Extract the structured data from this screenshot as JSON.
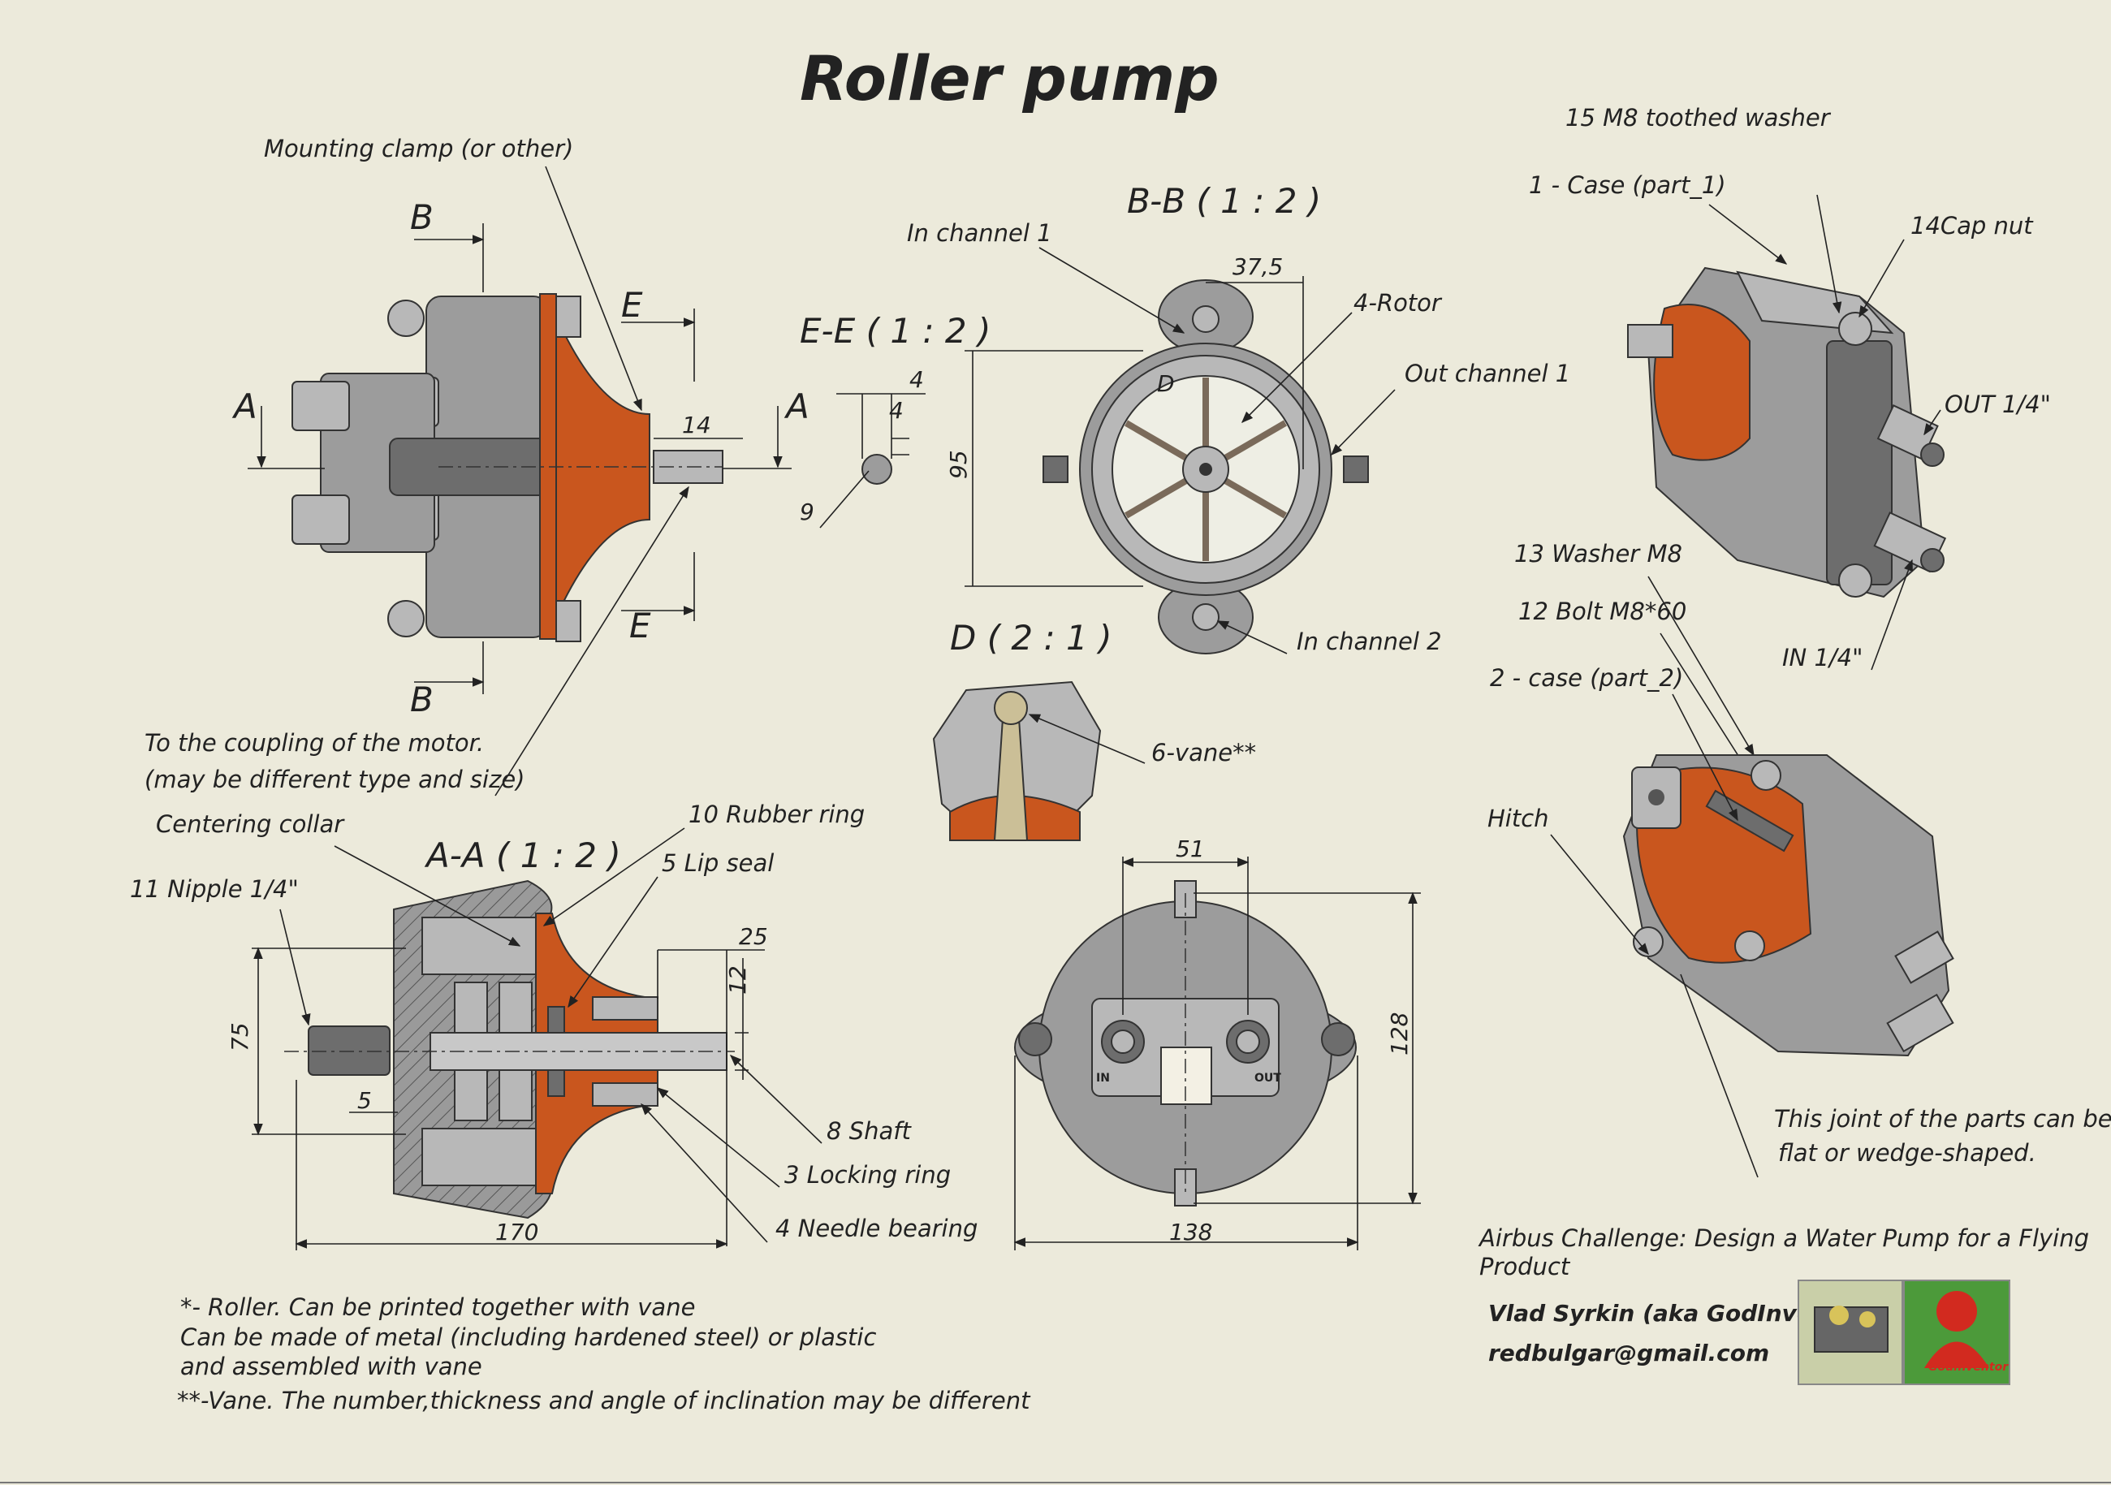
{
  "title": "Roller pump",
  "sections": {
    "bb": "B-B ( 1 : 2 )",
    "ee": "E-E ( 1 : 2 )",
    "aa": "A-A ( 1 : 2 )",
    "d": "D ( 2 : 1 )"
  },
  "section_letters": {
    "b": "B",
    "e": "E",
    "a": "A",
    "d": "D"
  },
  "labels": {
    "mounting_clamp": "Mounting clamp (or other)",
    "coupling_1": "To the coupling of the motor.",
    "coupling_2": "(may be different type and size)",
    "in_channel_1": "In channel 1",
    "rotor": "4-Rotor",
    "out_channel_1": "Out channel 1",
    "in_channel_2": "In channel 2",
    "vane": "6-vane**",
    "toothed_washer": "15 M8 toothed washer",
    "case_part1": "1 - Case (part_1)",
    "cap_nut": "14Cap nut",
    "out": "OUT 1/4\"",
    "washer": "13 Washer M8",
    "bolt": "12 Bolt M8*60",
    "in": "IN 1/4\"",
    "case_part2": "2 - case (part_2)",
    "hitch": "Hitch",
    "joint_1": "This joint of the parts can be",
    "joint_2": "flat or wedge-shaped.",
    "centering_collar": "Centering collar",
    "rubber_ring": "10 Rubber ring",
    "lip_seal": "5 Lip seal",
    "nipple": "11 Nipple 1/4\"",
    "shaft": "8 Shaft",
    "locking_ring": "3 Locking ring",
    "needle_bearing": "4 Needle bearing",
    "plate_in": "IN",
    "plate_out": "OUT"
  },
  "dimensions": {
    "d14": "14",
    "d37_5": "37,5",
    "d95": "95",
    "d4a": "4",
    "d4b": "4",
    "d9": "9",
    "d25": "25",
    "d12": "12",
    "d75": "75",
    "d5": "5",
    "d170": "170",
    "d51": "51",
    "d128": "128",
    "d138": "138"
  },
  "notes": {
    "n1": "*- Roller. Can be printed together with vane",
    "n2": "Can be made of metal (including hardened steel) or plastic",
    "n3": "and assembled with vane",
    "n4": "**-Vane. The number,thickness and angle of inclination may be different"
  },
  "credits": {
    "challenge_1": "Airbus Challenge: Design a Water Pump for a Flying",
    "challenge_2": "Product",
    "author": "Vlad Syrkin (aka GodInventor)",
    "email": "redbulgar@gmail.com",
    "logo": "GodInventor"
  },
  "colors": {
    "background": "#eceadb",
    "accent_orange": "#c9561e",
    "metal_gray": "#9c9c9c"
  }
}
